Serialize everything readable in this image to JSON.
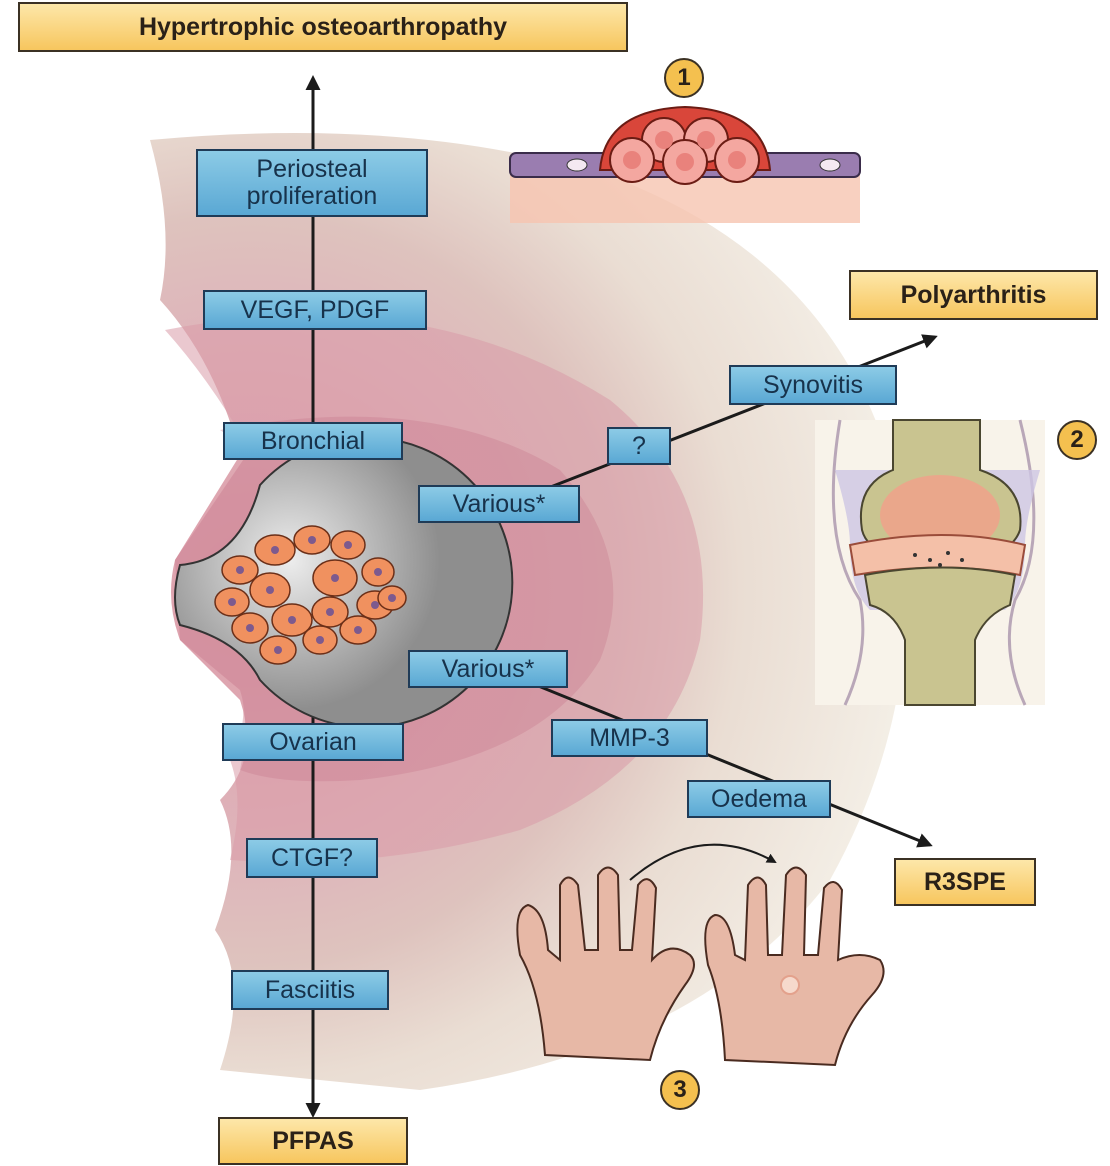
{
  "outcomes": {
    "top": "Hypertrophic osteoarthropathy",
    "right": "Polyarthritis",
    "lower_right": "R3SPE",
    "bottom": "PFPAS"
  },
  "mediators": {
    "periosteal": "Periosteal\nproliferation",
    "vegf_pdgf": "VEGF, PDGF",
    "bronchial": "Bronchial",
    "various_upper": "Various*",
    "question": "?",
    "synovitis": "Synovitis",
    "various_lower": "Various*",
    "mmp3": "MMP-3",
    "oedema": "Oedema",
    "ovarian": "Ovarian",
    "ctgf": "CTGF?",
    "fasciitis": "Fasciitis"
  },
  "markers": {
    "one": "1",
    "two": "2",
    "three": "3"
  },
  "colors": {
    "box_blue": "#6fb8de",
    "box_orange": "#f8cf6f",
    "tumour_cell": "#f0915f",
    "outer_halo": "#efe6d8",
    "inner_halo": "#d99aa6"
  }
}
